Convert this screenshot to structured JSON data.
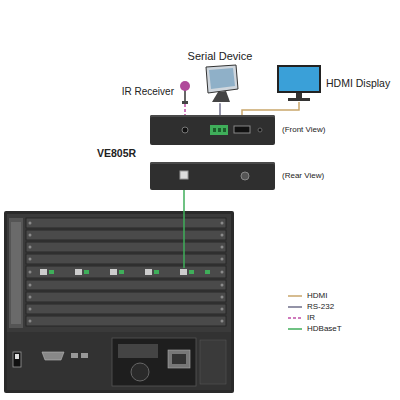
{
  "diagram": {
    "nodes": [
      {
        "text": [
          "Serial Device"
        ]
      },
      {
        "text": [
          "IR Receiver"
        ]
      },
      {
        "text": [
          "HDMI Display"
        ]
      },
      {
        "text": [
          "(Front View)"
        ]
      },
      {
        "text": [
          "(Rear View)"
        ]
      }
    ],
    "edges": [
      {
        "from": 0,
        "to": 3,
        "arrow": "none"
      },
      {
        "from": 1,
        "to": 3,
        "arrow": "none"
      },
      {
        "from": 2,
        "to": 3,
        "arrow": "none"
      }
    ],
    "labels": [
      "VE805R"
    ],
    "legend": [
      {
        "text": "HDMI"
      },
      {
        "text": "RS-232"
      },
      {
        "text": "IR"
      },
      {
        "text": "HDBaseT"
      }
    ]
  }
}
